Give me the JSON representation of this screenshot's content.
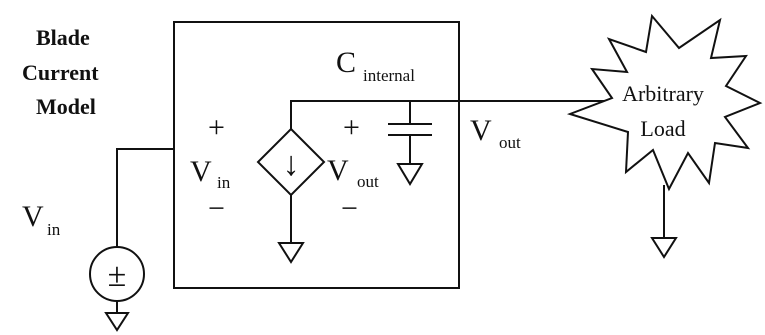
{
  "model_label": {
    "line1": "Blade",
    "line2": "Current",
    "line3": "Model"
  },
  "source": {
    "label": "V",
    "label_sub": "in",
    "symbol": "±"
  },
  "box": {
    "input_plus": "+",
    "input_minus": "−",
    "vin_label": "V",
    "vin_sub": "in",
    "output_plus": "+",
    "output_minus": "−",
    "vout_label": "V",
    "vout_sub": "out",
    "cap_label": "C",
    "cap_sub": "internal",
    "arrow_glyph": "↓"
  },
  "node": {
    "label": "V",
    "label_sub": "out"
  },
  "load": {
    "line1": "Arbitrary",
    "line2": "Load"
  },
  "colors": {
    "ink": "#111111",
    "background": "#ffffff"
  }
}
